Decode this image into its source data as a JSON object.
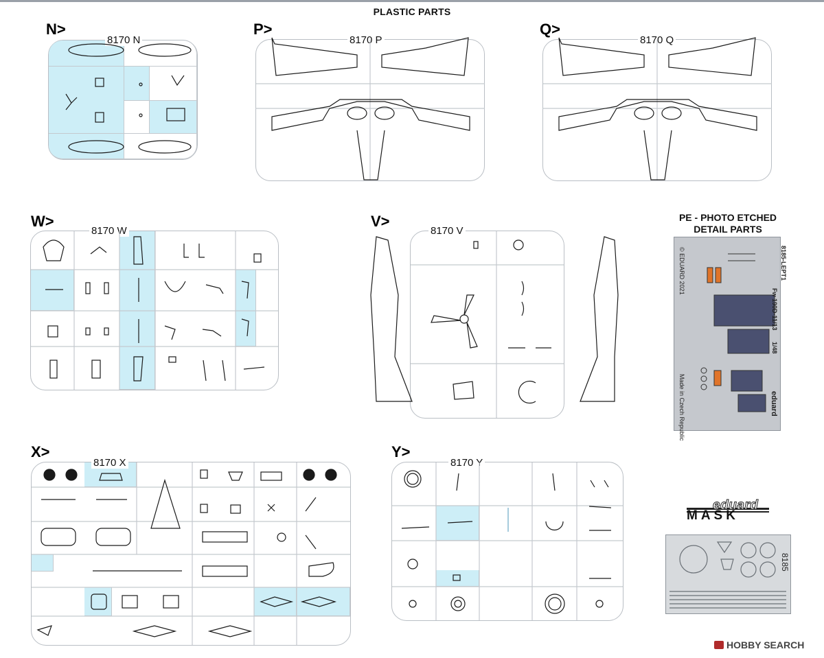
{
  "page": {
    "title": "PLASTIC PARTS"
  },
  "sprues": {
    "N": {
      "letter": "N>",
      "code": "8170 N"
    },
    "P": {
      "letter": "P>",
      "code": "8170 P"
    },
    "Q": {
      "letter": "Q>",
      "code": "8170 Q"
    },
    "W": {
      "letter": "W>",
      "code": "8170 W"
    },
    "V": {
      "letter": "V>",
      "code": "8170 V"
    },
    "X": {
      "letter": "X>",
      "code": "8170 X"
    },
    "Y": {
      "letter": "Y>",
      "code": "8170 Y"
    }
  },
  "photo_etched": {
    "title_line1": "PE - PHOTO ETCHED",
    "title_line2": "DETAIL PARTS",
    "code": "8185-LEPT1",
    "model": "Fw 190D-11/13",
    "scale": "1/48",
    "copyright": "© EDUARD 2021",
    "origin": "Made in Czech Republic",
    "brand": "eduard"
  },
  "mask": {
    "brand": "eduard",
    "label": "MASK",
    "code": "8185"
  },
  "watermark": {
    "text": "HOBBY SEARCH"
  },
  "colors": {
    "highlight": "#cdeef7",
    "sprue_frame": "#b9bec4",
    "line_art": "#1a1a1a",
    "pe_metal": "#c5c8cd"
  }
}
